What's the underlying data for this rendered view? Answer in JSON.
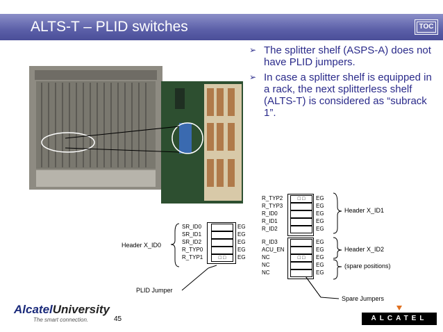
{
  "slide": {
    "title": "ALTS-T – PLID switches",
    "toc_label": "TOC",
    "page_number": "45"
  },
  "bullets": [
    "The splitter shelf (ASPS-A) does not have PLID jumpers.",
    "In case a splitter shelf is equipped in a rack, the next splitterless shelf (ALTS-T) is considered as “subrack 1”."
  ],
  "bullet_marker": "➢",
  "diagram": {
    "left_header_label": "Header X_ID0",
    "left_rows": [
      {
        "label": "SR_ID0",
        "eg": "EG"
      },
      {
        "label": "SR_ID1",
        "eg": "EG"
      },
      {
        "label": "SR_ID2",
        "eg": "EG"
      },
      {
        "label": "R_TYP0",
        "eg": "EG"
      },
      {
        "label": "R_TYP1",
        "eg": "EG"
      }
    ],
    "right_header_top_label": "Header X_ID1",
    "right_header_mid_label": "Header X_ID2",
    "spare_label": "(spare positions)",
    "right_rows": [
      {
        "label": "R_TYP2",
        "eg": "EG"
      },
      {
        "label": "R_TYP3",
        "eg": "EG"
      },
      {
        "label": "R_ID0",
        "eg": "EG"
      },
      {
        "label": "R_ID1",
        "eg": "EG"
      },
      {
        "label": "R_ID2",
        "eg": "EG"
      },
      {
        "label": "R_ID3",
        "eg": "EG"
      },
      {
        "label": "ACU_EN",
        "eg": "EG"
      },
      {
        "label": "NC",
        "eg": "EG"
      },
      {
        "label": "NC",
        "eg": "EG"
      },
      {
        "label": "NC",
        "eg": "EG"
      }
    ],
    "plid_jumper_label": "PLID Jumper",
    "spare_jumpers_label": "Spare Jumpers"
  },
  "footer": {
    "logo_alcatel": "Alcatel",
    "logo_university": "University",
    "logo_tagline": "The smart connection.",
    "alcatel_logo": "ALCATEL"
  },
  "colors": {
    "title_bar": "#5b5fa8",
    "bullet_text": "#2a2a8a",
    "logo_blue": "#1a2a7a",
    "alcatel_accent": "#e07020"
  }
}
